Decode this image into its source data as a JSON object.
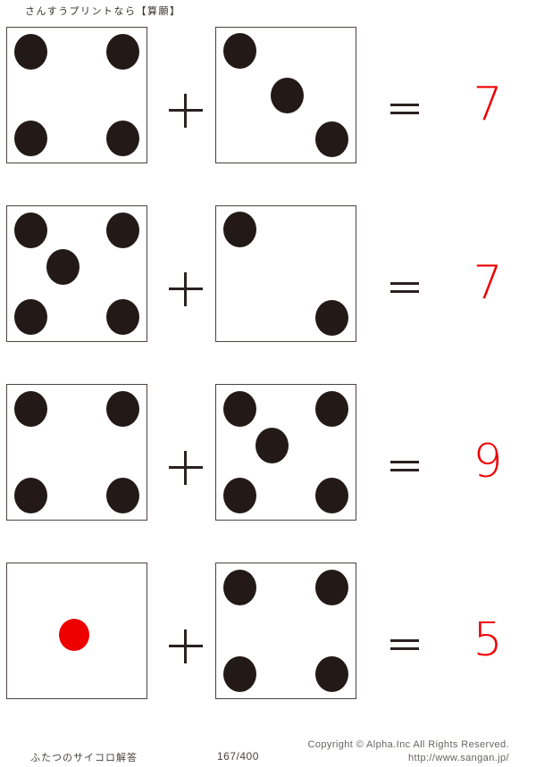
{
  "header": {
    "title": "さんすうプリントなら【算願】"
  },
  "colors": {
    "pip_black": "#231A18",
    "pip_red": "#EE0000",
    "answer_red": "#EE0000",
    "die_border": "#4D4340",
    "operator": "#2A2220",
    "text": "#4A4240"
  },
  "operators": {
    "plus": "+",
    "equals": "="
  },
  "problems": [
    {
      "index": 1,
      "left_die": {
        "value": 4,
        "pips": [
          "top-left",
          "top-right",
          "bottom-left",
          "bottom-right"
        ],
        "color": "black"
      },
      "right_die": {
        "value": 3,
        "pips": [
          "top-left",
          "center",
          "bottom-right"
        ],
        "color": "black"
      },
      "operator": "+",
      "equals": "=",
      "answer": "7"
    },
    {
      "index": 2,
      "left_die": {
        "value": 5,
        "pips": [
          "top-left",
          "top-right",
          "center-offset",
          "bottom-left",
          "bottom-right"
        ],
        "color": "black"
      },
      "right_die": {
        "value": 2,
        "pips": [
          "top-left",
          "bottom-right"
        ],
        "color": "black"
      },
      "operator": "+",
      "equals": "=",
      "answer": "7"
    },
    {
      "index": 3,
      "left_die": {
        "value": 4,
        "pips": [
          "top-left",
          "top-right",
          "bottom-left",
          "bottom-right"
        ],
        "color": "black"
      },
      "right_die": {
        "value": 5,
        "pips": [
          "top-left",
          "top-right",
          "center-offset",
          "bottom-left",
          "bottom-right"
        ],
        "color": "black"
      },
      "operator": "+",
      "equals": "=",
      "answer": "9"
    },
    {
      "index": 4,
      "left_die": {
        "value": 1,
        "pips": [
          "center"
        ],
        "color": "red"
      },
      "right_die": {
        "value": 4,
        "pips": [
          "top-left",
          "top-right",
          "bottom-left",
          "bottom-right"
        ],
        "color": "black"
      },
      "operator": "+",
      "equals": "=",
      "answer": "5"
    }
  ],
  "footer": {
    "title": "ふたつのサイコロ解答",
    "page": "167/400",
    "copyright": "Copyright ©  Alpha.Inc All Rights Reserved.",
    "url": "http://www.sangan.jp/"
  }
}
